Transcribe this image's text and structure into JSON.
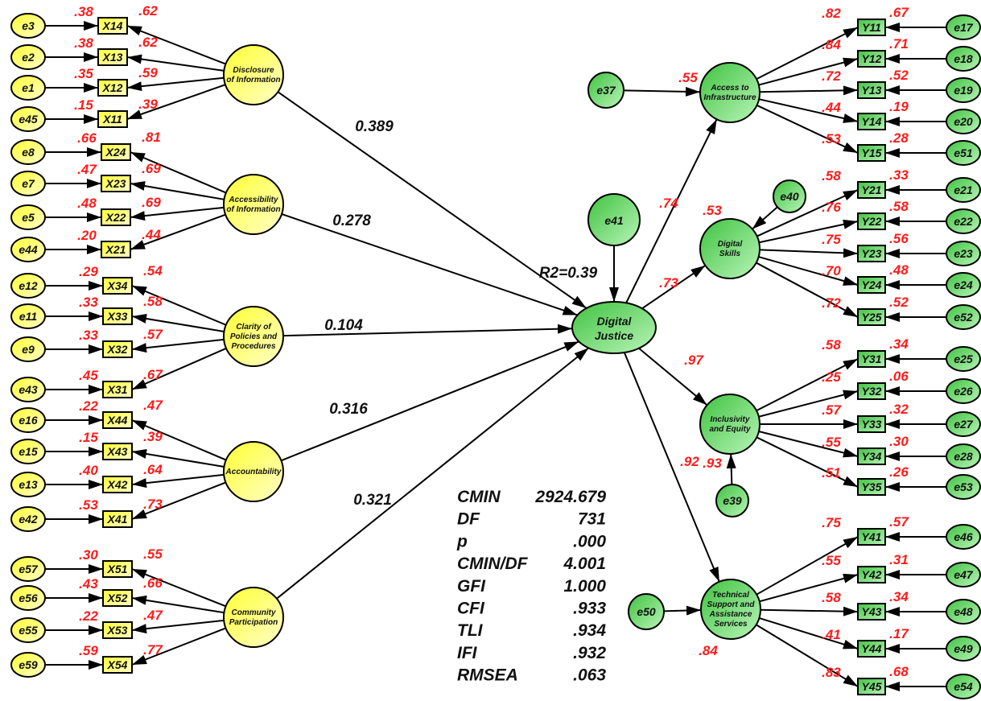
{
  "title": "Structural Equation Model – Digital Justice",
  "colors": {
    "exogenous_fill": "#ffff66",
    "endogenous_fill": "#5fd35f",
    "coefficient_text": "#ff1a1a",
    "line": "#000000"
  },
  "exogenous_factors": [
    {
      "id": "F1",
      "name": "Disclosure of Information",
      "label_lines": [
        "Disclosure",
        "of Information"
      ],
      "path_to_dj": "0.389",
      "indicators": [
        {
          "var": "X14",
          "error": "e3",
          "r2": ".38",
          "loading": ".62"
        },
        {
          "var": "X13",
          "error": "e2",
          "r2": ".38",
          "loading": ".62"
        },
        {
          "var": "X12",
          "error": "e1",
          "r2": ".35",
          "loading": ".59"
        },
        {
          "var": "X11",
          "error": "e45",
          "r2": ".15",
          "loading": ".39"
        }
      ]
    },
    {
      "id": "F2",
      "name": "Accessibility of Information",
      "label_lines": [
        "Accessibility",
        "of Information"
      ],
      "path_to_dj": "0.278",
      "indicators": [
        {
          "var": "X24",
          "error": "e8",
          "r2": ".66",
          "loading": ".81"
        },
        {
          "var": "X23",
          "error": "e7",
          "r2": ".47",
          "loading": ".69"
        },
        {
          "var": "X22",
          "error": "e5",
          "r2": ".48",
          "loading": ".69"
        },
        {
          "var": "X21",
          "error": "e44",
          "r2": ".20",
          "loading": ".44"
        }
      ]
    },
    {
      "id": "F3",
      "name": "Clarity of Policies and Procedures",
      "label_lines": [
        "Clarity of",
        "Policies and",
        "Procedures"
      ],
      "path_to_dj": "0.104",
      "indicators": [
        {
          "var": "X34",
          "error": "e12",
          "r2": ".29",
          "loading": ".54"
        },
        {
          "var": "X33",
          "error": "e11",
          "r2": ".33",
          "loading": ".58"
        },
        {
          "var": "X32",
          "error": "e9",
          "r2": ".33",
          "loading": ".57"
        },
        {
          "var": "X31",
          "error": "e43",
          "r2": ".45",
          "loading": ".67"
        }
      ]
    },
    {
      "id": "F4",
      "name": "Accountability",
      "label_lines": [
        "Accountability"
      ],
      "path_to_dj": "0.316",
      "indicators": [
        {
          "var": "X44",
          "error": "e16",
          "r2": ".22",
          "loading": ".47"
        },
        {
          "var": "X43",
          "error": "e15",
          "r2": ".15",
          "loading": ".39"
        },
        {
          "var": "X42",
          "error": "e13",
          "r2": ".40",
          "loading": ".64"
        },
        {
          "var": "X41",
          "error": "e42",
          "r2": ".53",
          "loading": ".73"
        }
      ]
    },
    {
      "id": "F5",
      "name": "Community Participation",
      "label_lines": [
        "Community",
        "Participation"
      ],
      "path_to_dj": "0.321",
      "indicators": [
        {
          "var": "X51",
          "error": "e57",
          "r2": ".30",
          "loading": ".55"
        },
        {
          "var": "X52",
          "error": "e56",
          "r2": ".43",
          "loading": ".66"
        },
        {
          "var": "X53",
          "error": "e55",
          "r2": ".22",
          "loading": ".47"
        },
        {
          "var": "X54",
          "error": "e59",
          "r2": ".59",
          "loading": ".77"
        }
      ]
    }
  ],
  "central": {
    "label_lines": [
      "Digital",
      "Justice"
    ],
    "r2_label": "R2=0.39",
    "error": "e41"
  },
  "endogenous_factors": [
    {
      "id": "D1",
      "name": "Access to Infrastructure",
      "label_lines": [
        "Access to",
        "Infrastructure"
      ],
      "loading_from_dj": ".74",
      "r2": ".55",
      "error": "e37",
      "indicators": [
        {
          "var": "Y11",
          "error": "e17",
          "loading": ".82",
          "r2": ".67"
        },
        {
          "var": "Y12",
          "error": "e18",
          "loading": ".84",
          "r2": ".71"
        },
        {
          "var": "Y13",
          "error": "e19",
          "loading": ".72",
          "r2": ".52"
        },
        {
          "var": "Y14",
          "error": "e20",
          "loading": ".44",
          "r2": ".19"
        },
        {
          "var": "Y15",
          "error": "e51",
          "loading": ".53",
          "r2": ".28"
        }
      ]
    },
    {
      "id": "D2",
      "name": "Digital Skills",
      "label_lines": [
        "Digital",
        "Skills"
      ],
      "loading_from_dj": ".73",
      "r2": ".53",
      "error": "e40",
      "indicators": [
        {
          "var": "Y21",
          "error": "e21",
          "loading": ".58",
          "r2": ".33"
        },
        {
          "var": "Y22",
          "error": "e22",
          "loading": ".76",
          "r2": ".58"
        },
        {
          "var": "Y23",
          "error": "e23",
          "loading": ".75",
          "r2": ".56"
        },
        {
          "var": "Y24",
          "error": "e24",
          "loading": ".70",
          "r2": ".48"
        },
        {
          "var": "Y25",
          "error": "e52",
          "loading": ".72",
          "r2": ".52"
        }
      ]
    },
    {
      "id": "D3",
      "name": "Inclusivity and Equity",
      "label_lines": [
        "Inclusivity",
        "and Equity"
      ],
      "loading_from_dj": ".97",
      "r2": ".93",
      "error": "e39",
      "indicators": [
        {
          "var": "Y31",
          "error": "e25",
          "loading": ".58",
          "r2": ".34"
        },
        {
          "var": "Y32",
          "error": "e26",
          "loading": ".25",
          "r2": ".06"
        },
        {
          "var": "Y33",
          "error": "e27",
          "loading": ".57",
          "r2": ".32"
        },
        {
          "var": "Y34",
          "error": "e28",
          "loading": ".55",
          "r2": ".30"
        },
        {
          "var": "Y35",
          "error": "e53",
          "loading": ".51",
          "r2": ".26"
        }
      ]
    },
    {
      "id": "D4",
      "name": "Technical Support and Assistance Services",
      "label_lines": [
        "Technical",
        "Support and",
        "Assistance",
        "Services"
      ],
      "loading_from_dj": ".92",
      "r2": ".84",
      "error": "e50",
      "indicators": [
        {
          "var": "Y41",
          "error": "e46",
          "loading": ".75",
          "r2": ".57"
        },
        {
          "var": "Y42",
          "error": "e47",
          "loading": ".55",
          "r2": ".31"
        },
        {
          "var": "Y43",
          "error": "e48",
          "loading": ".58",
          "r2": ".34"
        },
        {
          "var": "Y44",
          "error": "e49",
          "loading": ".41",
          "r2": ".17"
        },
        {
          "var": "Y45",
          "error": "e54",
          "loading": ".83",
          "r2": ".68"
        }
      ]
    }
  ],
  "fit_indices": [
    {
      "name": "CMIN",
      "value": "2924.679"
    },
    {
      "name": "DF",
      "value": "731"
    },
    {
      "name": "p",
      "value": ".000"
    },
    {
      "name": "CMIN/DF",
      "value": "4.001"
    },
    {
      "name": "GFI",
      "value": "1.000"
    },
    {
      "name": "CFI",
      "value": ".933"
    },
    {
      "name": "TLI",
      "value": ".934"
    },
    {
      "name": "IFI",
      "value": ".932"
    },
    {
      "name": "RMSEA",
      "value": ".063"
    }
  ]
}
